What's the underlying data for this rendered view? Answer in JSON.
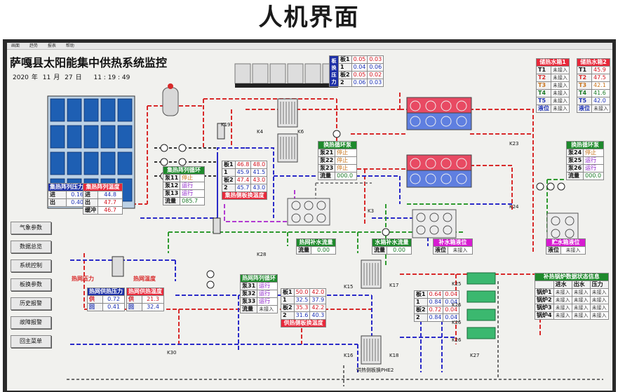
{
  "page_title": "人机界面",
  "menu": [
    "画面",
    "趋势",
    "报表",
    "帮助"
  ],
  "system_title": "萨嘎县太阳能集中供热系统监控",
  "datetime": {
    "year": "2020",
    "year_u": "年",
    "month": "11",
    "month_u": "月",
    "day": "27",
    "day_u": "日",
    "time": "11 : 19 : 49"
  },
  "nav_buttons": [
    "气象参数",
    "数据总览",
    "系统控制",
    "板换参数",
    "历史报警",
    "故障报警",
    "回主菜单"
  ],
  "collector_loop": {
    "pressure_title": "集热阵列压力",
    "temp_title": "集热阵列温度",
    "rows": [
      {
        "label": "进",
        "p": "0.16",
        "tl": "进",
        "t": "44.8"
      },
      {
        "label": "出",
        "p": "0.40",
        "tl": "出",
        "t": "47.7"
      },
      {
        "label": "",
        "p": "",
        "tl": "缓冲",
        "t": "46.7"
      }
    ]
  },
  "collector_pump": {
    "title": "集热阵列循环",
    "rows": [
      {
        "l": "泵11",
        "v": "停止"
      },
      {
        "l": "泵12",
        "v": "运行"
      },
      {
        "l": "泵13",
        "v": "运行"
      },
      {
        "l": "流量",
        "v": "085.7"
      }
    ]
  },
  "plate_pressure_top": {
    "title": "板换压力",
    "rows": [
      {
        "l": "板1",
        "a": "0.05",
        "b": "0.03"
      },
      {
        "l": "1",
        "a": "0.04",
        "b": "0.06"
      },
      {
        "l": "板2",
        "a": "0.05",
        "b": "0.02"
      },
      {
        "l": "2",
        "a": "0.06",
        "b": "0.03"
      }
    ]
  },
  "plate_temp_top": {
    "title": "集热侧板换温度",
    "rows": [
      {
        "l": "板1",
        "a": "46.8",
        "b": "48.0"
      },
      {
        "l": "1",
        "a": "45.9",
        "b": "41.5"
      },
      {
        "l": "板2",
        "a": "47.4",
        "b": "43.0"
      },
      {
        "l": "2",
        "a": "45.7",
        "b": "43.0"
      }
    ]
  },
  "exchange_pump1": {
    "title": "换热循环泵",
    "rows": [
      {
        "l": "泵21",
        "v": "停止"
      },
      {
        "l": "泵22",
        "v": "停止"
      },
      {
        "l": "泵23",
        "v": "停止"
      },
      {
        "l": "流量",
        "v": "000.0"
      }
    ]
  },
  "exchange_pump2": {
    "title": "换热循环泵",
    "rows": [
      {
        "l": "泵24",
        "v": "停止"
      },
      {
        "l": "泵25",
        "v": "运行"
      },
      {
        "l": "泵26",
        "v": "运行"
      },
      {
        "l": "流量",
        "v": "000.0"
      }
    ]
  },
  "tank1": {
    "title": "储热水箱1",
    "rows": [
      {
        "l": "T1",
        "v": "未接入"
      },
      {
        "l": "T2",
        "v": "未接入"
      },
      {
        "l": "T3",
        "v": "未接入"
      },
      {
        "l": "T4",
        "v": "未接入"
      },
      {
        "l": "T5",
        "v": "未接入"
      },
      {
        "l": "液位",
        "v": "未接入"
      }
    ]
  },
  "tank2": {
    "title": "储热水箱2",
    "rows": [
      {
        "l": "T1",
        "v": "45.9"
      },
      {
        "l": "T2",
        "v": "47.5"
      },
      {
        "l": "T3",
        "v": "42.1"
      },
      {
        "l": "T4",
        "v": "41.6"
      },
      {
        "l": "T5",
        "v": "42.0"
      },
      {
        "l": "液位",
        "v": "未接入"
      }
    ]
  },
  "heat_makeup": {
    "title": "热网补水流量",
    "l": "流量",
    "v": "0.00"
  },
  "tank_makeup": {
    "title": "水箱补水流量",
    "l": "流量",
    "v": "0.00"
  },
  "makeup_tank_level": {
    "title": "补水箱液位",
    "l": "液位",
    "v": "未接入"
  },
  "storage_tank_level": {
    "title": "贮水箱液位",
    "l": "液位",
    "v": "未接入"
  },
  "heat_net_pressure_label": "热网压力",
  "heat_net_temp_label": "热网温度",
  "supply_pressure": {
    "title": "热网供热压力",
    "rows": [
      {
        "l": "供",
        "v": "0.72"
      },
      {
        "l": "回",
        "v": "0.41"
      }
    ]
  },
  "supply_temp": {
    "title": "热网供热温度",
    "rows": [
      {
        "l": "供",
        "v": "21.3"
      },
      {
        "l": "回",
        "v": "32.4"
      }
    ]
  },
  "heat_net_pump": {
    "title": "热网阵列循环",
    "rows": [
      {
        "l": "泵31",
        "v": "运行"
      },
      {
        "l": "泵32",
        "v": "运行"
      },
      {
        "l": "泵33",
        "v": "运行"
      },
      {
        "l": "流量",
        "v": "未接入"
      }
    ]
  },
  "plate_temp_bottom": {
    "title": "供热侧板换温度",
    "rows": [
      {
        "l": "板1",
        "a": "50.0",
        "b": "42.0"
      },
      {
        "l": "1",
        "a": "32.5",
        "b": "37.9"
      },
      {
        "l": "板2",
        "a": "35.3",
        "b": "42.2"
      },
      {
        "l": "2",
        "a": "31.6",
        "b": "40.3"
      }
    ]
  },
  "plate_pressure_bottom": {
    "title": "供热侧板换压力",
    "rows": [
      {
        "l": "板1",
        "a": "0.64",
        "b": "0.04"
      },
      {
        "l": "1",
        "a": "0.84",
        "b": "0.04"
      },
      {
        "l": "板2",
        "a": "0.72",
        "b": "0.04"
      },
      {
        "l": "2",
        "a": "0.84",
        "b": "0.04"
      }
    ]
  },
  "boiler": {
    "title": "补热锅炉数据状态信息",
    "cols": [
      "进水",
      "出水",
      "压力"
    ],
    "rows": [
      {
        "l": "锅炉1",
        "v": [
          "未接入",
          "未接入",
          "未接入"
        ]
      },
      {
        "l": "锅炉2",
        "v": [
          "未接入",
          "未接入",
          "未接入"
        ]
      },
      {
        "l": "锅炉3",
        "v": [
          "未接入",
          "未接入",
          "未接入"
        ]
      },
      {
        "l": "锅炉4",
        "v": [
          "未接入",
          "未接入",
          "未接入"
        ]
      }
    ]
  },
  "phe_label": "供热侧板换PHE2",
  "valves": [
    "K19",
    "K4",
    "K6",
    "K3",
    "K23",
    "K24",
    "K28",
    "K15",
    "K17",
    "K25",
    "K26",
    "K26",
    "K26",
    "K16",
    "K18",
    "K27",
    "K30"
  ]
}
